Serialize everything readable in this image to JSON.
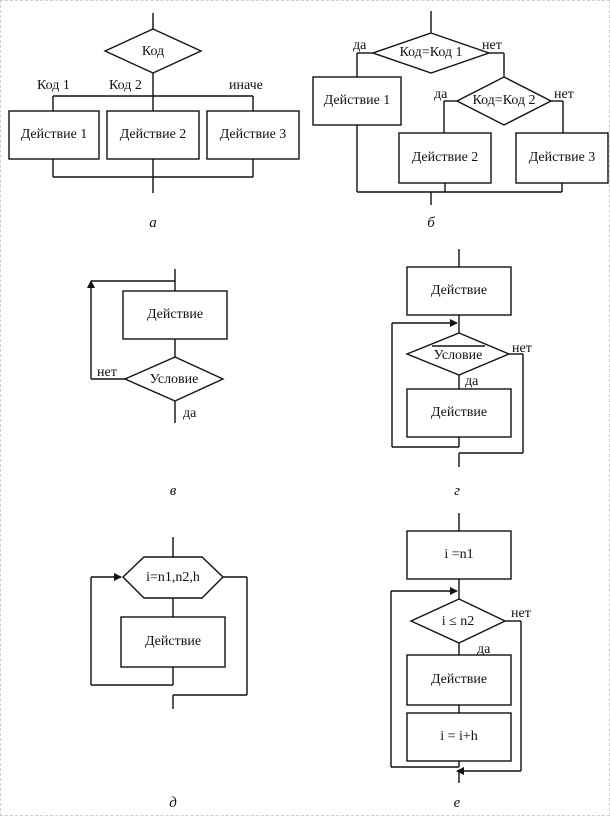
{
  "diagrams": {
    "a": {
      "caption": "а",
      "cond": "Код",
      "label1": "Код 1",
      "label2": "Код 2",
      "label3": "иначе",
      "action1": "Действие 1",
      "action2": "Действие 2",
      "action3": "Действие 3"
    },
    "b": {
      "caption": "б",
      "cond1": "Код=Код 1",
      "cond2": "Код=Код 2",
      "yes": "да",
      "no": "нет",
      "action1": "Действие 1",
      "action2": "Действие 2",
      "action3": "Действие 3"
    },
    "v": {
      "caption": "в",
      "action": "Действие",
      "cond": "Условие",
      "no": "нет",
      "yes": "да"
    },
    "g": {
      "caption": "г",
      "action_top": "Действие",
      "cond": "Условие",
      "no": "нет",
      "yes": "да",
      "action_loop": "Действие"
    },
    "d": {
      "caption": "д",
      "loop_header": "i=n1,n2,h",
      "action": "Действие"
    },
    "e": {
      "caption": "е",
      "init": "i =n1",
      "cond": "i ≤ n2",
      "no": "нет",
      "yes": "да",
      "action": "Действие",
      "increment": "i = i+h"
    }
  }
}
